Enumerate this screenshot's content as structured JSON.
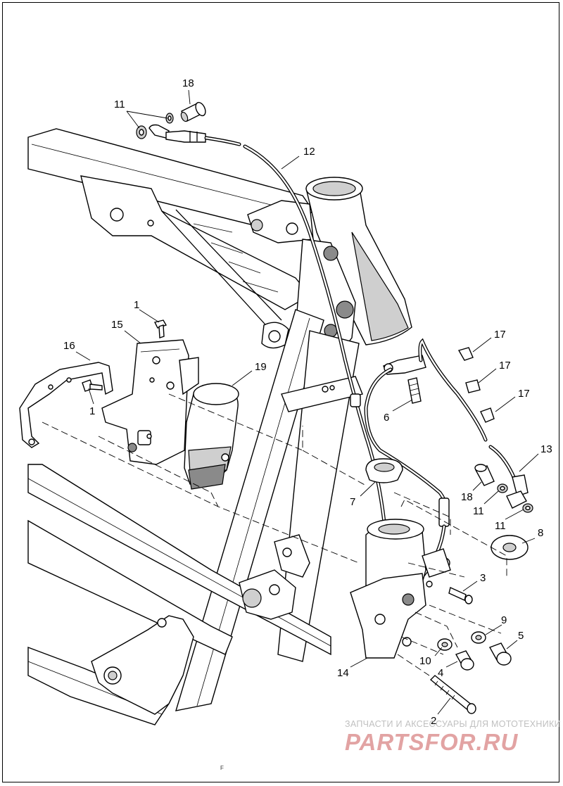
{
  "callouts": [
    {
      "id": "c18a",
      "text": "18"
    },
    {
      "id": "c11a",
      "text": "11"
    },
    {
      "id": "c12",
      "text": "12"
    },
    {
      "id": "c1a",
      "text": "1"
    },
    {
      "id": "c15",
      "text": "15"
    },
    {
      "id": "c16",
      "text": "16"
    },
    {
      "id": "c1b",
      "text": "1"
    },
    {
      "id": "c19",
      "text": "19"
    },
    {
      "id": "c17a",
      "text": "17"
    },
    {
      "id": "c17b",
      "text": "17"
    },
    {
      "id": "c17c",
      "text": "17"
    },
    {
      "id": "c6",
      "text": "6"
    },
    {
      "id": "c13",
      "text": "13"
    },
    {
      "id": "c18b",
      "text": "18"
    },
    {
      "id": "c11b",
      "text": "11"
    },
    {
      "id": "c11c",
      "text": "11"
    },
    {
      "id": "c7",
      "text": "7"
    },
    {
      "id": "c8",
      "text": "8"
    },
    {
      "id": "c3",
      "text": "3"
    },
    {
      "id": "c9",
      "text": "9"
    },
    {
      "id": "c5",
      "text": "5"
    },
    {
      "id": "c10",
      "text": "10"
    },
    {
      "id": "c4",
      "text": "4"
    },
    {
      "id": "c14",
      "text": "14"
    },
    {
      "id": "c2",
      "text": "2"
    }
  ],
  "watermark": {
    "line1": "ЗАПЧАСТИ И АКСЕССУАРЫ ДЛЯ МОТОТЕХНИКИ",
    "line2": "PARTSFOR.RU"
  },
  "footer_mark": "F"
}
